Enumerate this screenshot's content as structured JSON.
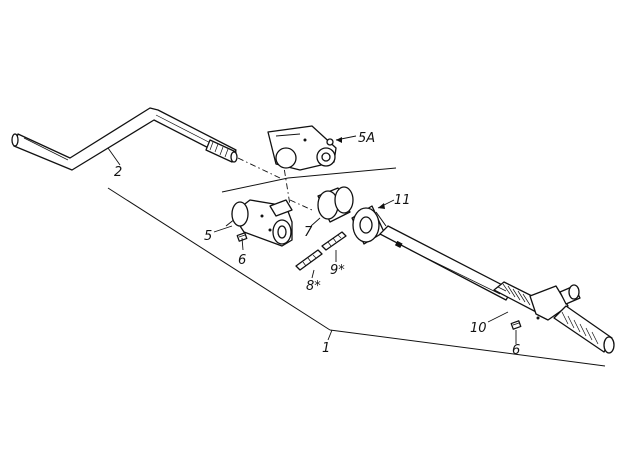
{
  "diagram": {
    "callouts": [
      {
        "id": "p1",
        "text": "1"
      },
      {
        "id": "p2",
        "text": "2"
      },
      {
        "id": "p5",
        "text": "5"
      },
      {
        "id": "p5a",
        "text": "5A"
      },
      {
        "id": "p6a",
        "text": "6"
      },
      {
        "id": "p6b",
        "text": "6"
      },
      {
        "id": "p7",
        "text": "7"
      },
      {
        "id": "p8",
        "text": "8*"
      },
      {
        "id": "p9",
        "text": "9*"
      },
      {
        "id": "p10",
        "text": "10"
      },
      {
        "id": "p11",
        "text": "11"
      }
    ],
    "colors": {
      "ink": "#111111",
      "paper": "#ffffff"
    }
  }
}
